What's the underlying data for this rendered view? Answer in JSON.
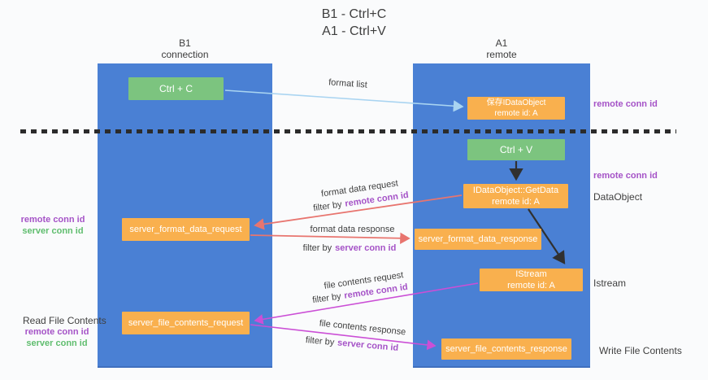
{
  "title": {
    "line1": "B1 - Ctrl+C",
    "line2": "A1 - Ctrl+V"
  },
  "lanes": {
    "left": {
      "name": "B1",
      "role": "connection"
    },
    "right": {
      "name": "A1",
      "role": "remote"
    }
  },
  "boxes": {
    "ctrl_c": {
      "label": "Ctrl + C"
    },
    "ctrl_v": {
      "label": "Ctrl + V"
    },
    "save_dataobject": {
      "line1": "保存IDataObject",
      "line2": "remote id: A"
    },
    "getdata": {
      "line1": "IDataObject::GetData",
      "line2": "remote id: A"
    },
    "istream": {
      "line1": "IStream",
      "line2": "remote id: A"
    },
    "format_request": {
      "label": "server_format_data_request"
    },
    "format_response": {
      "label": "server_format_data_response"
    },
    "file_request": {
      "label": "server_file_contents_request"
    },
    "file_response": {
      "label": "server_file_contents_response"
    }
  },
  "arrows": {
    "format_list": {
      "label": "format list"
    },
    "format_request": {
      "line1": "format data request",
      "line2_prefix": "filter by",
      "line2_key": "remote conn id"
    },
    "format_response": {
      "line1": "format data response",
      "line2_prefix": "filter by",
      "line2_key": "server conn id"
    },
    "file_request": {
      "line1": "file contents request",
      "line2_prefix": "filter by",
      "line2_key": "remote conn id"
    },
    "file_response": {
      "line1": "file contents response",
      "line2_prefix": "filter by",
      "line2_key": "server conn id"
    }
  },
  "side_labels": {
    "remote_conn_id_top": "remote conn id",
    "remote_conn_id_mid": "remote conn id",
    "dataobject": "DataObject",
    "istream": "Istream",
    "write_file_contents": "Write File Contents",
    "read_file_contents": "Read File Contents",
    "left_remote_conn_id_1": "remote conn id",
    "left_server_conn_id_1": "server conn id",
    "left_remote_conn_id_2": "remote conn id",
    "left_server_conn_id_2": "server conn id"
  },
  "colors": {
    "lane_blue": "#4a80d4",
    "box_green": "#7cc47f",
    "box_orange": "#f9b04e",
    "text_purple": "#a553c7",
    "text_green": "#5fbd6e",
    "arrow_red": "#e8756f",
    "arrow_magenta": "#cb4fd6",
    "arrow_lightblue": "#a9d4f1",
    "arrow_dark": "#303030"
  }
}
